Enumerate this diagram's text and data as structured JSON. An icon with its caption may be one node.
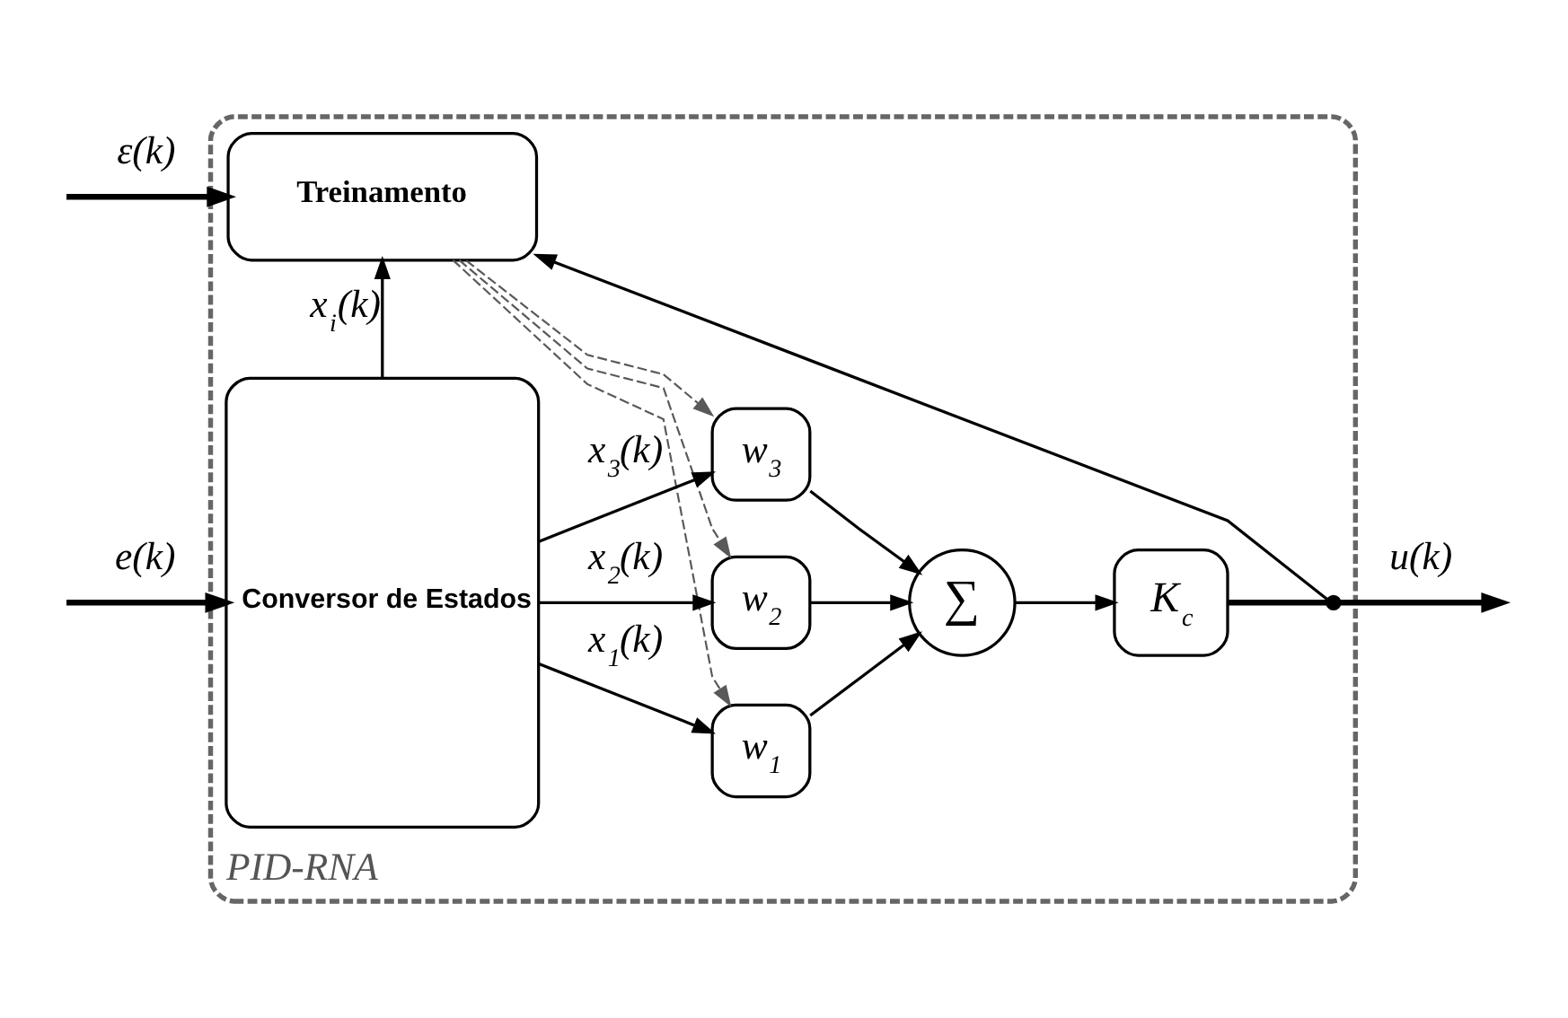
{
  "diagram": {
    "nodes": [
      {
        "text": [
          "PID-RNA"
        ]
      },
      {
        "text": [
          "Treinamento"
        ],
        "in": 0
      },
      {
        "text": [
          "Conversor de Estados"
        ],
        "in": 0
      },
      {
        "text": [
          "w$_{1}$"
        ],
        "in": 0
      },
      {
        "text": [
          "w$_{2}$"
        ],
        "in": 0
      },
      {
        "text": [
          "w$_{3}$"
        ],
        "in": 0
      },
      {
        "text": [
          "∑"
        ],
        "in": 0
      },
      {
        "text": [
          "K$_{c}$"
        ],
        "in": 0
      },
      {
        "text": [],
        "shape": "circle",
        "in": 0
      }
    ],
    "edges": [
      {
        "from": null,
        "to": 1,
        "arrow": "to",
        "label": "ε(k)",
        "style": "thick"
      },
      {
        "from": null,
        "to": 2,
        "arrow": "to",
        "label": "e(k)",
        "style": "thick"
      },
      {
        "from": 2,
        "to": 1,
        "arrow": "to",
        "label": "x$_{i}$(k)"
      },
      {
        "from": 8,
        "to": 1,
        "arrow": "to"
      },
      {
        "from": 2,
        "to": 3,
        "arrow": "to",
        "label": "x$_{1}$(k)"
      },
      {
        "from": 2,
        "to": 4,
        "arrow": "to",
        "label": "x$_{2}$(k)"
      },
      {
        "from": 2,
        "to": 5,
        "arrow": "to",
        "label": "x$_{3}$(k)"
      },
      {
        "from": 1,
        "to": 3,
        "arrow": "to",
        "style": "dashed",
        "color": "#595959"
      },
      {
        "from": 1,
        "to": 4,
        "arrow": "to",
        "style": "dashed",
        "color": "#595959"
      },
      {
        "from": 1,
        "to": 5,
        "arrow": "to",
        "style": "dashed",
        "color": "#595959"
      },
      {
        "from": 3,
        "to": 6,
        "arrow": "to"
      },
      {
        "from": 4,
        "to": 6,
        "arrow": "to"
      },
      {
        "from": 5,
        "to": 6,
        "arrow": "to"
      },
      {
        "from": 6,
        "to": 7,
        "arrow": "to"
      },
      {
        "from": 7,
        "to": 8,
        "arrow": "none",
        "style": "thick"
      },
      {
        "from": 8,
        "to": null,
        "arrow": "to",
        "label": "u(k)",
        "style": "thick"
      }
    ]
  }
}
